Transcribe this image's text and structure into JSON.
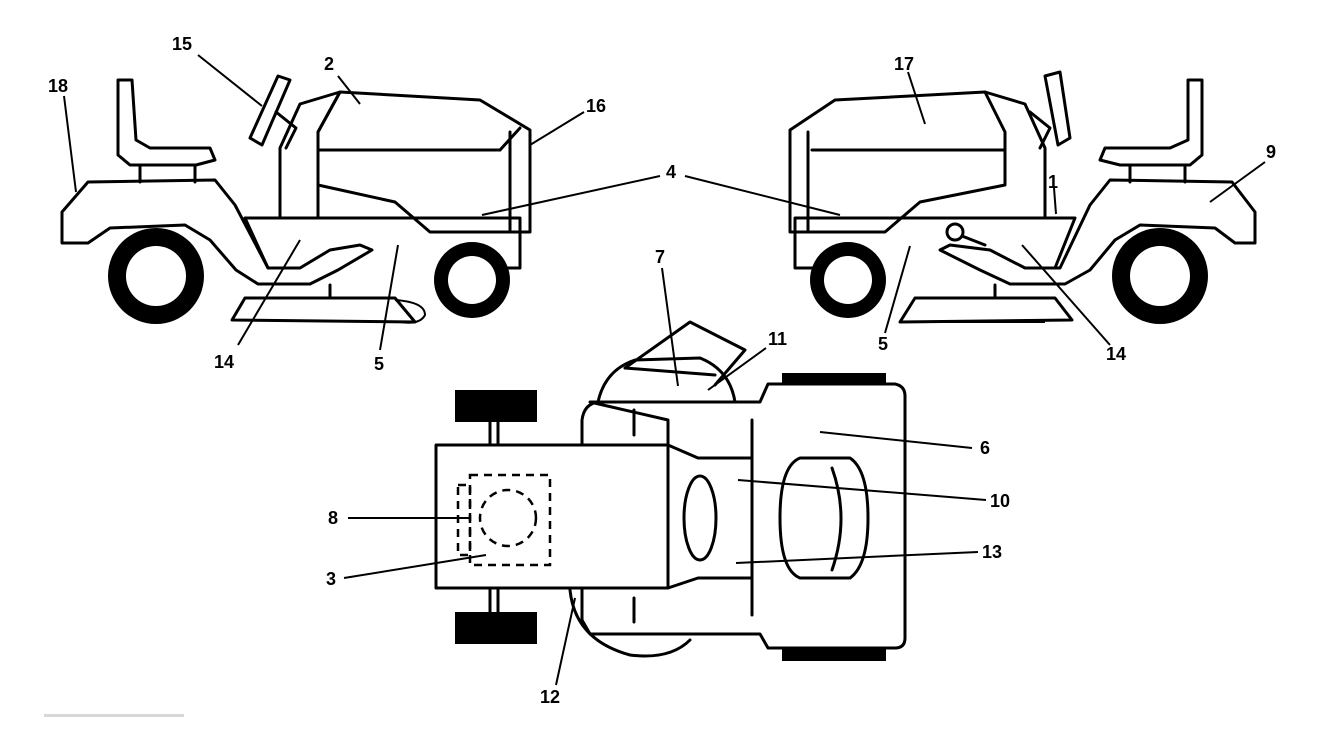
{
  "diagram": {
    "colors": {
      "ink": "#000000",
      "background": "#ffffff"
    },
    "callouts": {
      "c1": "1",
      "c2": "2",
      "c3": "3",
      "c4": "4",
      "c5": "5",
      "c6": "6",
      "c7": "7",
      "c8": "8",
      "c9": "9",
      "c10": "10",
      "c11": "11",
      "c12": "12",
      "c13": "13",
      "c14": "14",
      "c15": "15",
      "c16": "16",
      "c17": "17",
      "c18": "18"
    }
  }
}
